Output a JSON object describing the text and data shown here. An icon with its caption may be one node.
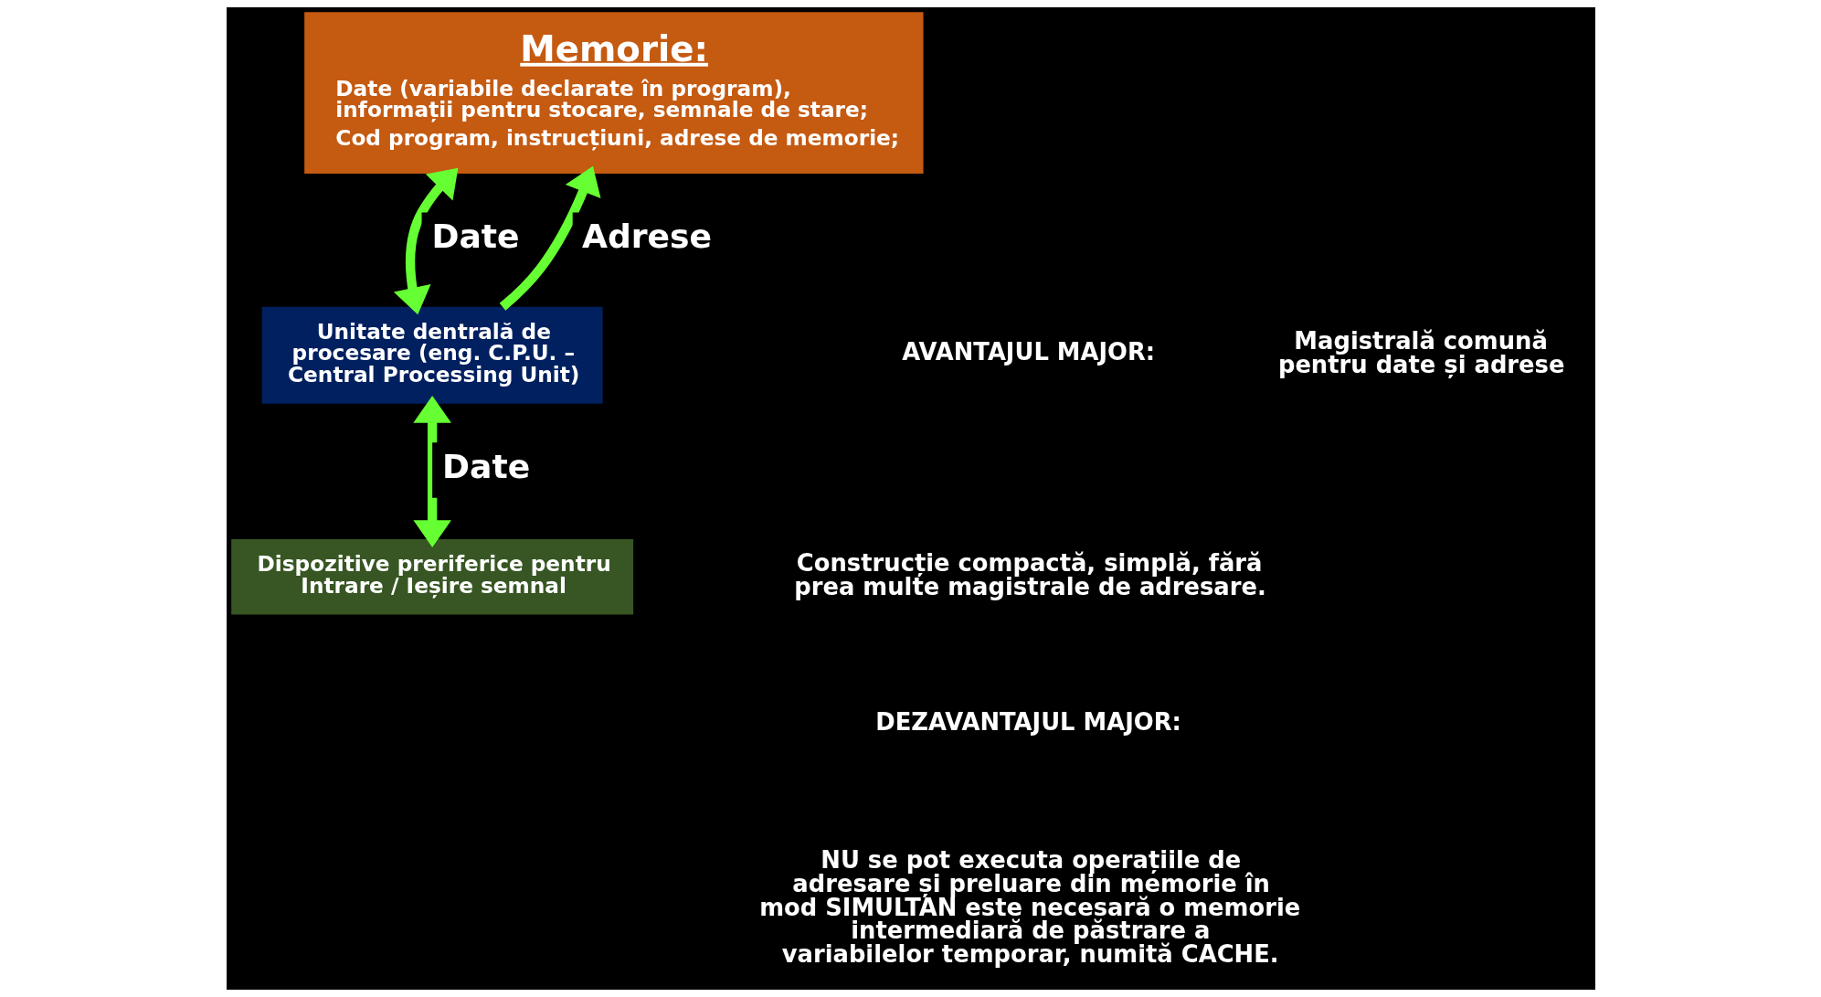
{
  "diagram": {
    "nodes": [
      {
        "text": [
          "Memorie:",
          "Date (variabile declarate în program), informații pentru stocare, semnale de stare;",
          "Cod program, instrucțiuni, adrese de memorie;"
        ]
      },
      {
        "text": [
          "Unitate dentrală de procesare (eng. C.P.U. – Central Processing Unit)"
        ]
      },
      {
        "text": [
          "Dispozitive preriferice pentru Intrare / Ieșire semnal"
        ]
      }
    ],
    "edges": [
      {
        "from": 0,
        "to": 1,
        "arrow": "both",
        "label": "Date"
      },
      {
        "from": 1,
        "to": 0,
        "arrow": "to",
        "label": "Adrese"
      },
      {
        "from": 1,
        "to": 2,
        "arrow": "both",
        "label": "Date"
      }
    ],
    "labels": [
      "Magistrală comună pentru date și adrese",
      "AVANTAJUL MAJOR:",
      "Construcție compactă, simplă, fără prea multe magistrale de adresare.",
      "DEZAVANTAJUL MAJOR:",
      "NU se pot executa operațiile de adresare și preluare din memorie în mod SIMULTAN este necesară o memorie intermediară de păstrare a variabilelor temporar, numită CACHE."
    ]
  }
}
